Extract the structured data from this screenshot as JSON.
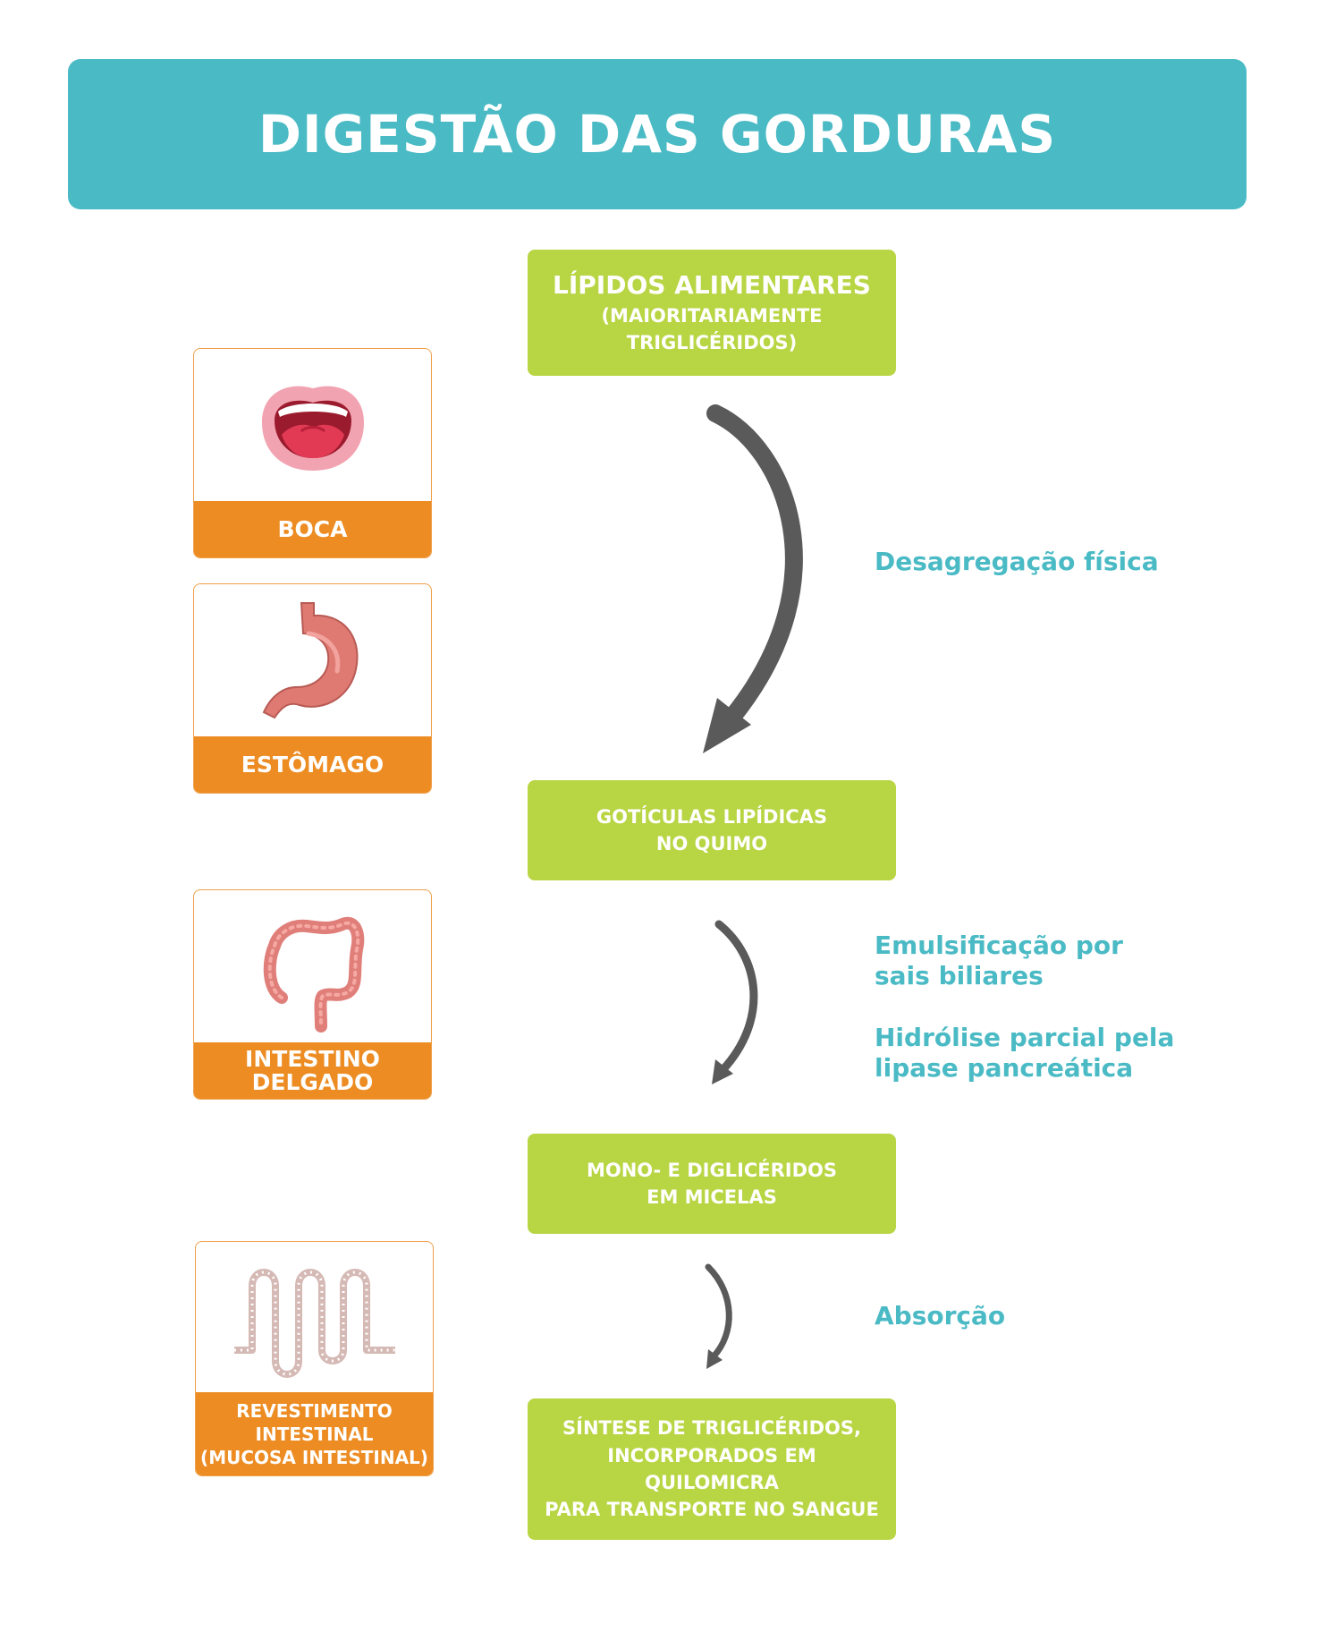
{
  "title": "DIGESTÃO DAS GORDURAS",
  "colors": {
    "teal": "#4abac5",
    "green": "#b8d543",
    "orange": "#ec8c22",
    "arrow": "#5a5a5a"
  },
  "steps": {
    "lipidos": {
      "line1": "LÍPIDOS ALIMENTARES",
      "line2": "(MAIORITARIAMENTE",
      "line3": "TRIGLICÉRIDOS)"
    },
    "goticulas": {
      "line1": "GOTÍCULAS LIPÍDICAS",
      "line2": "NO QUIMO"
    },
    "micelas": {
      "line1": "MONO- E DIGLICÉRIDOS",
      "line2": "EM MICELAS"
    },
    "sintese": {
      "line1": "SÍNTESE DE TRIGLICÉRIDOS,",
      "line2": "INCORPORADOS EM QUILOMICRA",
      "line3": "PARA TRANSPORTE NO SANGUE"
    }
  },
  "organs": {
    "boca": {
      "label": "BOCA",
      "icon": "mouth-icon"
    },
    "estomago": {
      "label": "ESTÔMAGO",
      "icon": "stomach-icon"
    },
    "intestino": {
      "line1": "INTESTINO",
      "line2": "DELGADO",
      "icon": "intestine-icon"
    },
    "mucosa": {
      "line1": "REVESTIMENTO",
      "line2": "INTESTINAL",
      "line3": "(MUCOSA INTESTINAL)",
      "icon": "villi-icon"
    }
  },
  "processes": {
    "desagregacao": "Desagregação física",
    "emulsificacao": {
      "line1": "Emulsificação por",
      "line2": "sais biliares"
    },
    "hidrolise": {
      "line1": "Hidrólise parcial pela",
      "line2": "lipase pancreática"
    },
    "absorcao": "Absorção"
  }
}
